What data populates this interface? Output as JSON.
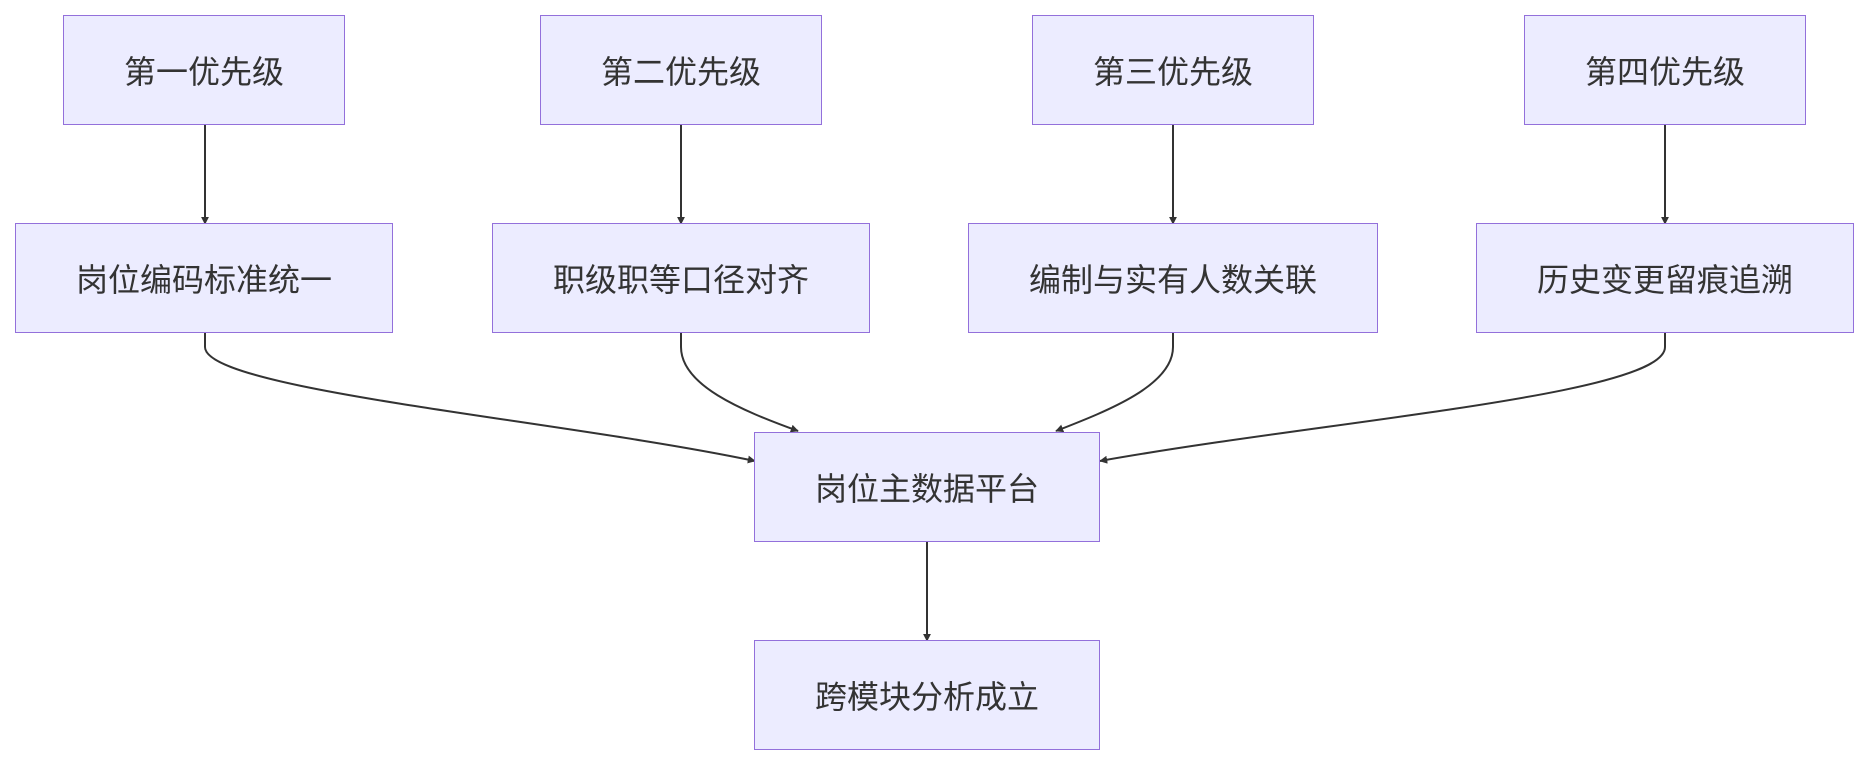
{
  "nodes": {
    "p1": "第一优先级",
    "p2": "第二优先级",
    "p3": "第三优先级",
    "p4": "第四优先级",
    "req1": "岗位编码标准统一",
    "req2": "职级职等口径对齐",
    "req3": "编制与实有人数关联",
    "req4": "历史变更留痕追溯",
    "platform": "岗位主数据平台",
    "outcome": "跨模块分析成立"
  },
  "edges": [
    {
      "from": "p1",
      "to": "req1"
    },
    {
      "from": "p2",
      "to": "req2"
    },
    {
      "from": "p3",
      "to": "req3"
    },
    {
      "from": "p4",
      "to": "req4"
    },
    {
      "from": "req1",
      "to": "platform"
    },
    {
      "from": "req2",
      "to": "platform"
    },
    {
      "from": "req3",
      "to": "platform"
    },
    {
      "from": "req4",
      "to": "platform"
    },
    {
      "from": "platform",
      "to": "outcome"
    }
  ],
  "colors": {
    "node_fill": "#ececff",
    "node_border": "#9370db",
    "text": "#333333",
    "edge": "#333333"
  }
}
